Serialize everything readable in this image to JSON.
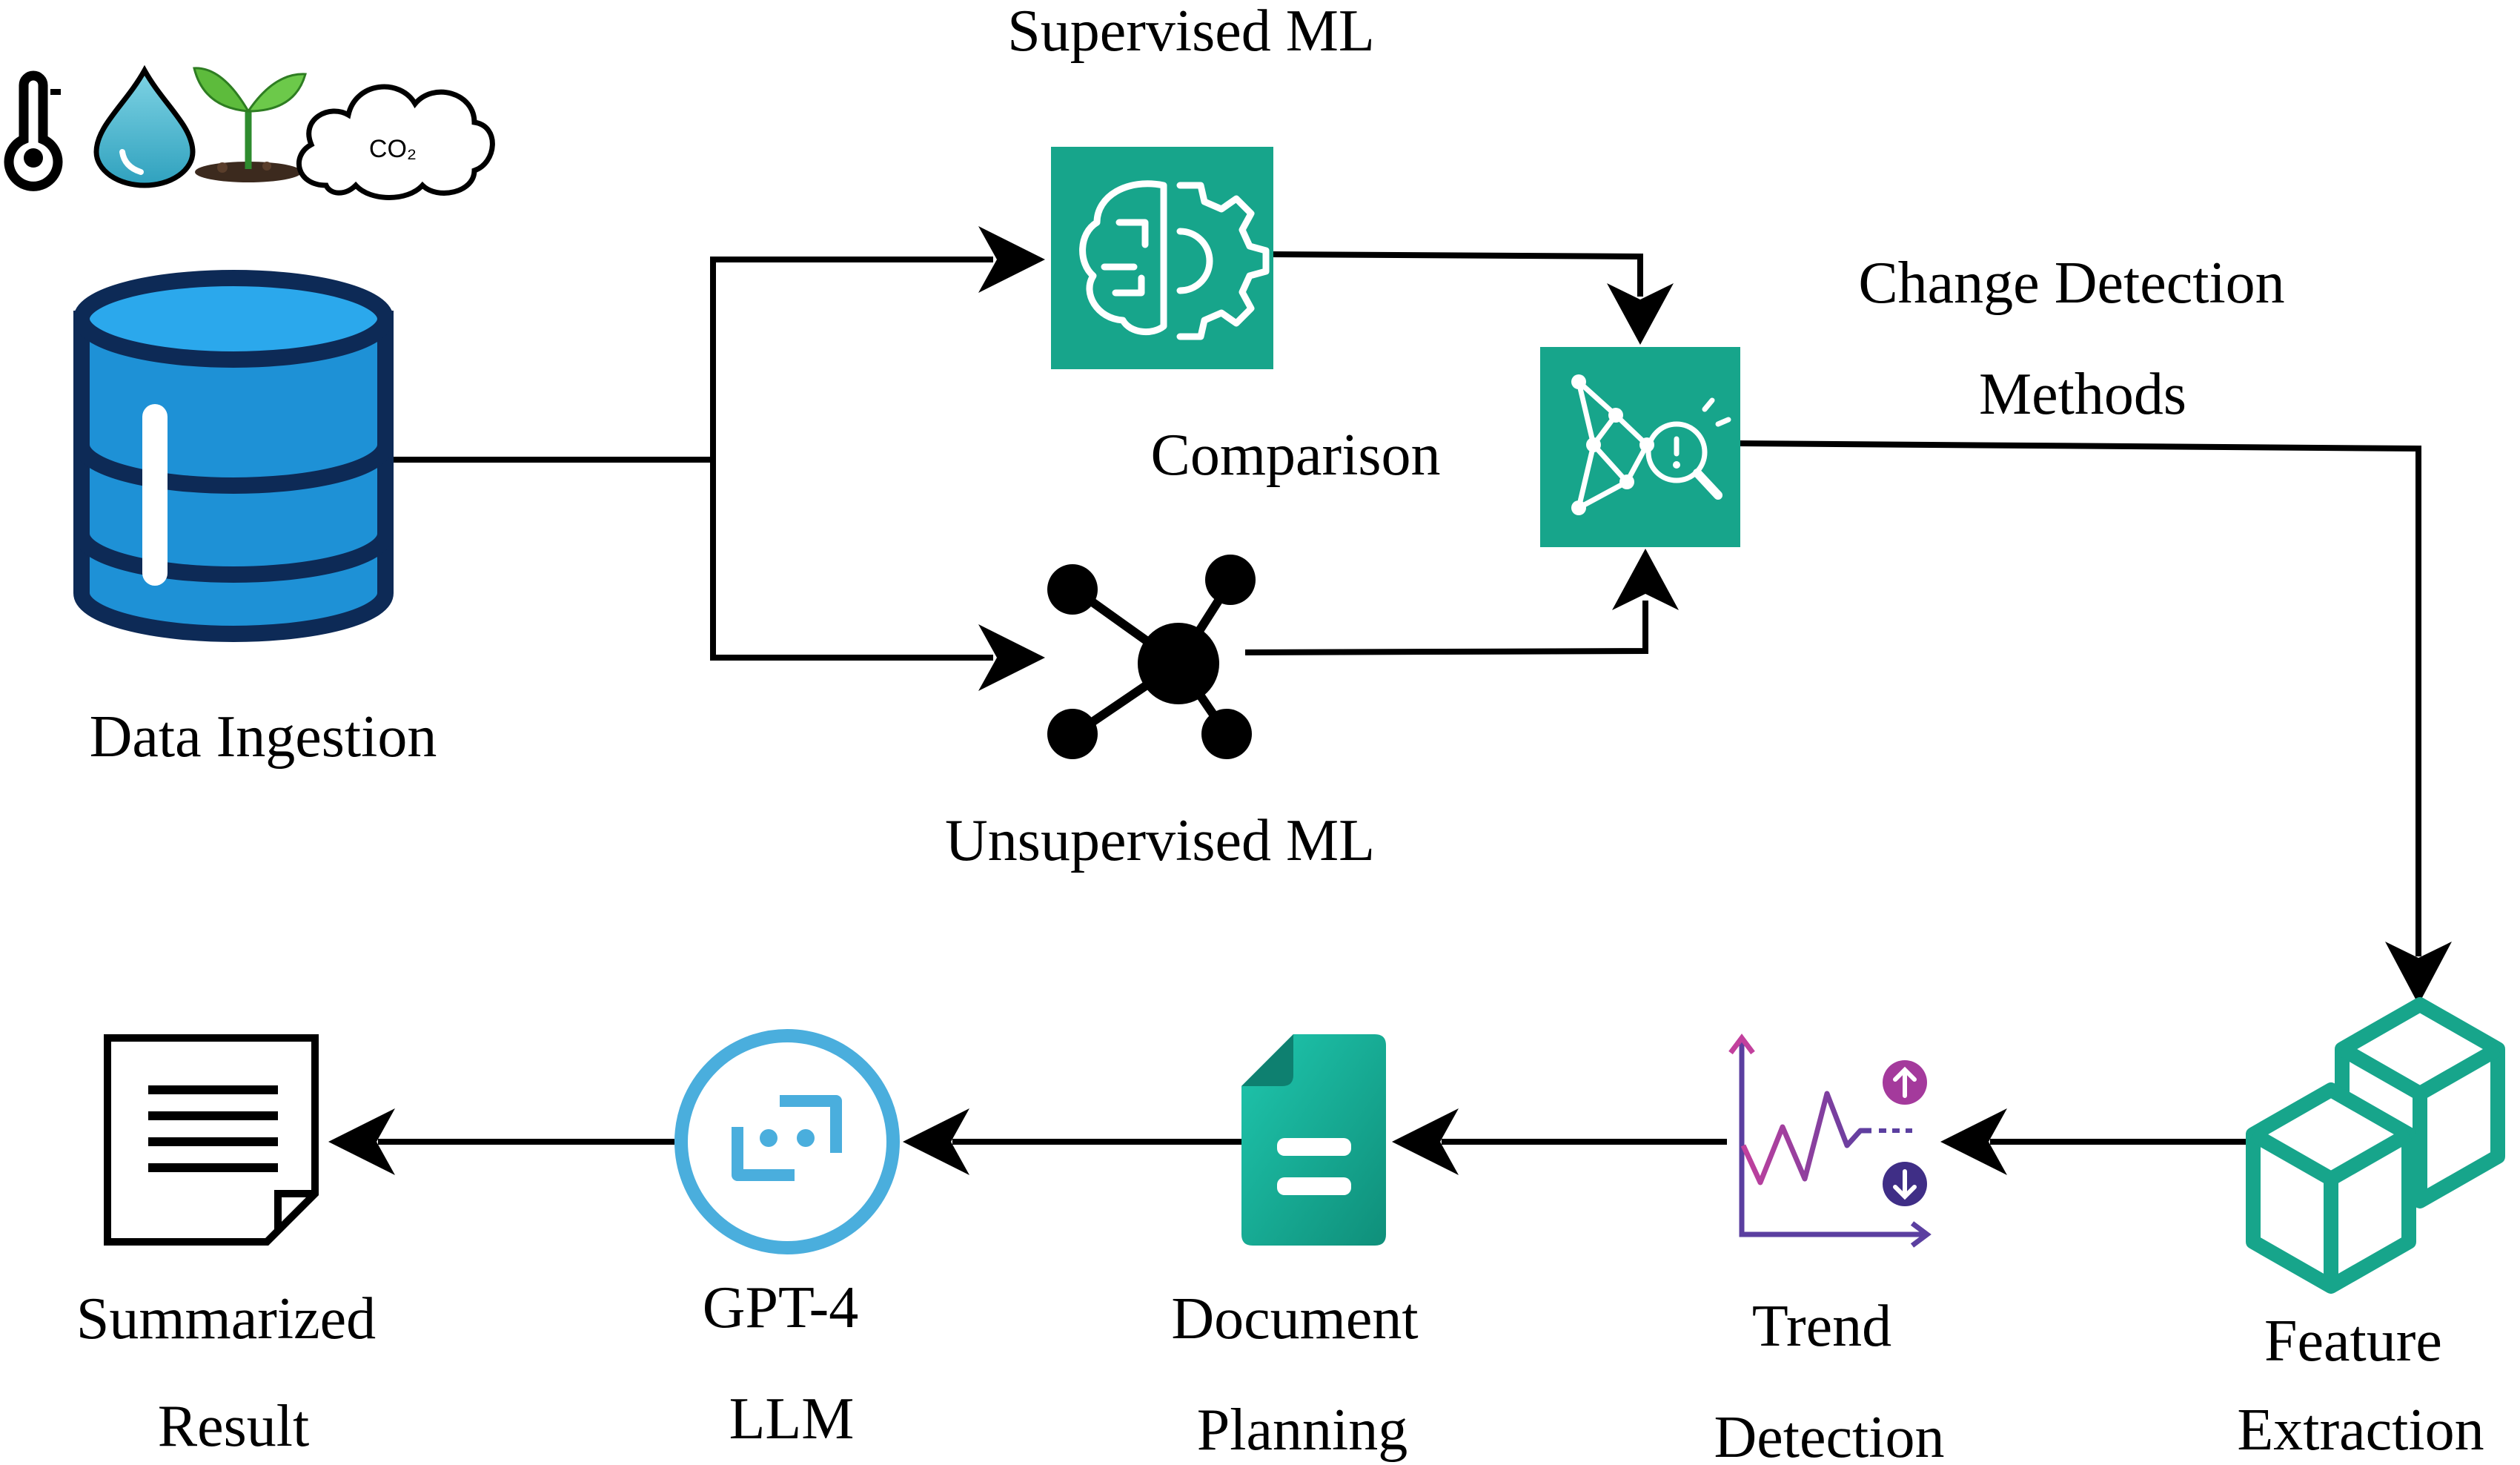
{
  "labels": {
    "supervised_ml": "Supervised ML",
    "change_detection_line1": "Change Detection",
    "change_detection_line2": "Methods",
    "comparison": "Comparison",
    "data_ingestion": "Data Ingestion",
    "unsupervised_ml": "Unsupervised ML",
    "summarized_line1": "Summarized",
    "summarized_line2": "Result",
    "gpt4_line1": "GPT-4",
    "gpt4_line2": "LLM",
    "document_line1": "Document",
    "document_line2": "Planning",
    "trend_line1": "Trend",
    "trend_line2": "Detection",
    "feature_line1": "Feature",
    "feature_line2": "Extraction",
    "co2": "CO₂"
  },
  "icons": {
    "sensors": [
      "thermometer-icon",
      "water-drop-icon",
      "plant-sprout-icon",
      "co2-cloud-icon"
    ],
    "data_ingestion": "database-icon",
    "supervised_ml": "brain-gear-icon",
    "unsupervised_ml": "network-hub-icon",
    "change_detection": "anomaly-detection-icon",
    "feature_extraction": "cubes-icon",
    "trend_detection": "trend-chart-icon",
    "document_planning": "document-icon",
    "gpt4": "chat-bot-icon",
    "summarized_result": "paper-list-icon"
  },
  "colors": {
    "teal": "#17A58B",
    "database_blue": "#1E91D6",
    "database_outline": "#0D2A56",
    "gpt_blue": "#4AAEDD",
    "trend_purple": "#5B3FA0",
    "trend_pink": "#C2409D"
  },
  "edges": [
    {
      "from": "data-ingestion",
      "to": "supervised-ml"
    },
    {
      "from": "data-ingestion",
      "to": "unsupervised-ml"
    },
    {
      "from": "supervised-ml",
      "to": "change-detection"
    },
    {
      "from": "unsupervised-ml",
      "to": "change-detection"
    },
    {
      "from": "change-detection",
      "to": "feature-extraction"
    },
    {
      "from": "feature-extraction",
      "to": "trend-detection"
    },
    {
      "from": "trend-detection",
      "to": "document-planning"
    },
    {
      "from": "document-planning",
      "to": "gpt-4-llm"
    },
    {
      "from": "gpt-4-llm",
      "to": "summarized-result"
    }
  ]
}
